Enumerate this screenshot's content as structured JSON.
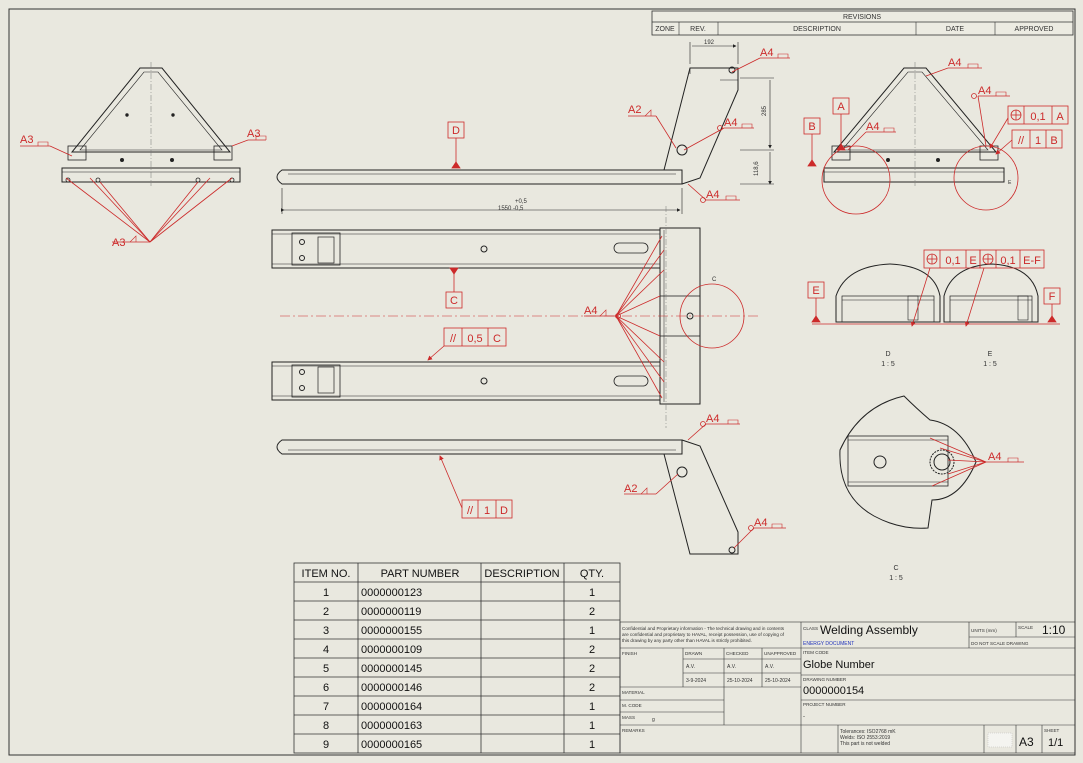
{
  "revisions": {
    "title": "REVISIONS",
    "headers": [
      "ZONE",
      "REV.",
      "DESCRIPTION",
      "DATE",
      "APPROVED"
    ]
  },
  "dimensions": {
    "d192": "192",
    "d285": "285",
    "d1186": "118,6",
    "tol_plus": "+0,5",
    "length_tol": "1550 -0,5"
  },
  "welds": {
    "a3": "A3",
    "a4": "A4",
    "a2": "A2"
  },
  "datums": {
    "d": "D",
    "c": "C",
    "a": "A",
    "b": "B",
    "e": "E",
    "f": "F"
  },
  "tolerance_frames": {
    "parallel_c_sym": "//",
    "parallel_c_val": "0,5",
    "parallel_c_datum": "C",
    "parallel_d_sym": "//",
    "parallel_d_val": "1",
    "parallel_d_datum": "D",
    "pos_a_val": "0,1",
    "pos_a_datum": "A",
    "par_b_sym": "//",
    "par_b_val": "1",
    "par_b_datum": "B",
    "pos_e_val": "0,1",
    "pos_e_datum": "E",
    "pos_ef_val": "0,1",
    "pos_ef_datum": "E-F"
  },
  "views": {
    "detail_d": "D",
    "detail_d_scale": "1 : 5",
    "detail_e": "E",
    "detail_e_scale": "1 : 5",
    "detail_c": "C",
    "detail_c_scale": "1 : 5"
  },
  "bom": {
    "headers": [
      "ITEM NO.",
      "PART NUMBER",
      "DESCRIPTION",
      "QTY."
    ],
    "rows": [
      {
        "item": "1",
        "part": "0000000123",
        "desc": "",
        "qty": "1"
      },
      {
        "item": "2",
        "part": "0000000119",
        "desc": "",
        "qty": "2"
      },
      {
        "item": "3",
        "part": "0000000155",
        "desc": "",
        "qty": "1"
      },
      {
        "item": "4",
        "part": "0000000109",
        "desc": "",
        "qty": "2"
      },
      {
        "item": "5",
        "part": "0000000145",
        "desc": "",
        "qty": "2"
      },
      {
        "item": "6",
        "part": "0000000146",
        "desc": "",
        "qty": "2"
      },
      {
        "item": "7",
        "part": "0000000164",
        "desc": "",
        "qty": "1"
      },
      {
        "item": "8",
        "part": "0000000163",
        "desc": "",
        "qty": "1"
      },
      {
        "item": "9",
        "part": "0000000165",
        "desc": "",
        "qty": "1"
      }
    ]
  },
  "title_block": {
    "confidential_1": "Confidential and Proprietary information - The technical drawing and in contents",
    "confidential_2": "are confidential and proprietary to HAVAL, receipt possession, use of copying of",
    "confidential_3": "this drawing by any party other than HAVAL is strictly prohibited.",
    "class_label": "CLASS",
    "class_value": "Welding Assembly",
    "link_text": "ENERGY DOCUMENT",
    "units_label": "UNITS (mm)",
    "scale_label": "SCALE",
    "scale_value": "1:10",
    "do_not_scale": "DO NOT SCALE DRAWING",
    "finish_label": "FINISH",
    "drawn_label": "DRAWN",
    "checked_label": "CHECKED",
    "approved_label": "UNAPPROVED",
    "drawn_by": "A.V.",
    "checked_by": "A.V.",
    "approved_by": "A.V.",
    "drawn_date": "3-9-2024",
    "checked_date": "25-10-2024",
    "approved_date": "25-10-2024",
    "item_code_label": "ITEM CODE",
    "item_code_value": "Globe Number",
    "drawing_number_label": "DRAWING NUMBER",
    "drawing_number_value": "0000000154",
    "project_number_label": "PROJECT NUMBER",
    "project_number_value": "-",
    "material_label": "MATERIAL",
    "m_code_label": "M. CODE",
    "mass_label": "MASS",
    "mass_unit": "g",
    "remarks_label": "REMARKS",
    "note_1": "Tolerances: ISO2768 mK",
    "note_2": "Welds: ISO 2553:2019",
    "note_3": "This part is not welded",
    "size": "A3",
    "sheet_label": "SHEET",
    "sheet_value": "1/1"
  }
}
